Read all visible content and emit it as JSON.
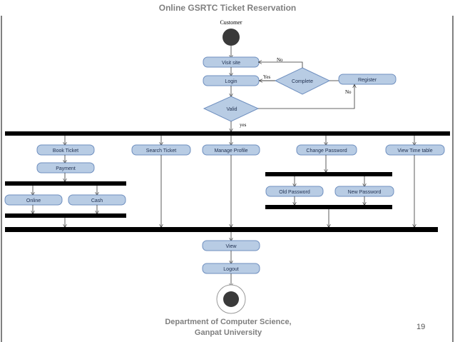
{
  "title": "Online GSRTC Ticket Reservation",
  "actor": "Customer",
  "nodes": {
    "visit_site": "Visit site",
    "login": "Login",
    "complete": "Complete",
    "register": "Register",
    "valid": "Valid",
    "book_ticket": "Book Ticket",
    "search_ticket": "Search Ticket",
    "manage_profile": "Manage Profile",
    "change_password": "Change Password",
    "view_timetable": "View Time table",
    "payment": "Payment",
    "online": "Online",
    "cash": "Cash",
    "old_password": "Old Password",
    "new_password": "New Password",
    "view": "View",
    "logout": "Logout"
  },
  "guards": {
    "no_top": "No",
    "yes_left": "Yes",
    "no_register": "No",
    "yes_valid": "yes"
  },
  "footer": {
    "line1": "Department of Computer Science,",
    "line2": "Ganpat University",
    "page": "19"
  },
  "colors": {
    "node_fill": "#b8cce4",
    "node_stroke": "#6f8fbf",
    "bar": "#000000",
    "title": "#7f7f7f"
  }
}
